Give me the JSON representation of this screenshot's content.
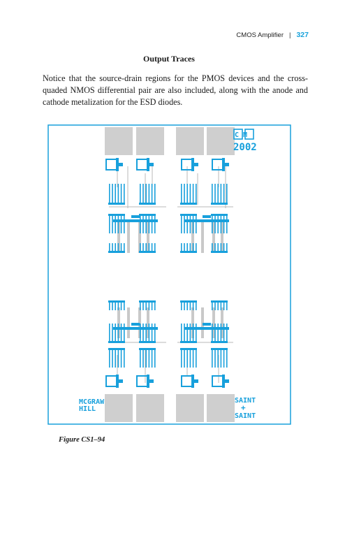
{
  "header": {
    "running_title": "CMOS Amplifier",
    "separator": "|",
    "page_number": "327"
  },
  "section": {
    "title": "Output Traces"
  },
  "body": {
    "paragraph": "Notice that the source-drain regions for the PMOS devices and the cross-quaded NMOS differential pair are also included, along with the anode and cathode metalization for the ESD diodes."
  },
  "figure": {
    "caption": "Figure CS1–94",
    "labels": {
      "logo": "C M",
      "year": "2002",
      "publisher_line1": "MCGRAW",
      "publisher_line2": "HILL",
      "author_line1": "SAINT",
      "author_plus": "+",
      "author_line2": "SAINT"
    },
    "colors": {
      "metal": "#18a0dc",
      "pad": "#cfcfcf",
      "poly": "#c9c9c9",
      "border": "#18a0dc"
    }
  }
}
